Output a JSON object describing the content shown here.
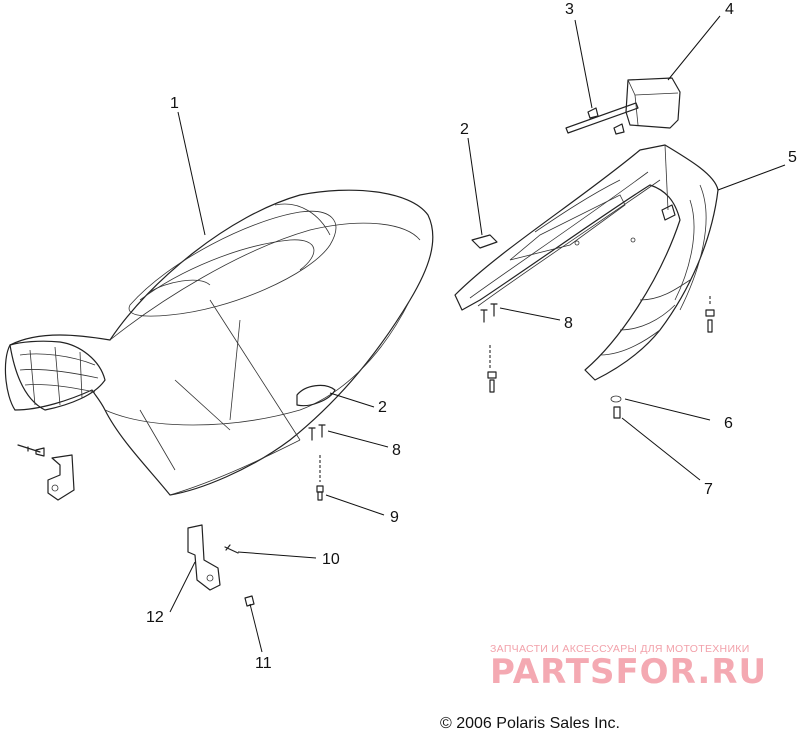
{
  "callouts": {
    "c1": "1",
    "c2a": "2",
    "c2b": "2",
    "c3": "3",
    "c4": "4",
    "c5": "5",
    "c6": "6",
    "c7": "7",
    "c8a": "8",
    "c8b": "8",
    "c9": "9",
    "c10": "10",
    "c11": "11",
    "c12": "12"
  },
  "watermark": {
    "tagline": "ЗАПЧАСТИ И АКСЕССУАРЫ ДЛЯ МОТОТЕХНИКИ",
    "brand": "PARTSFOR.RU"
  },
  "copyright": "© 2006 Polaris Sales Inc."
}
